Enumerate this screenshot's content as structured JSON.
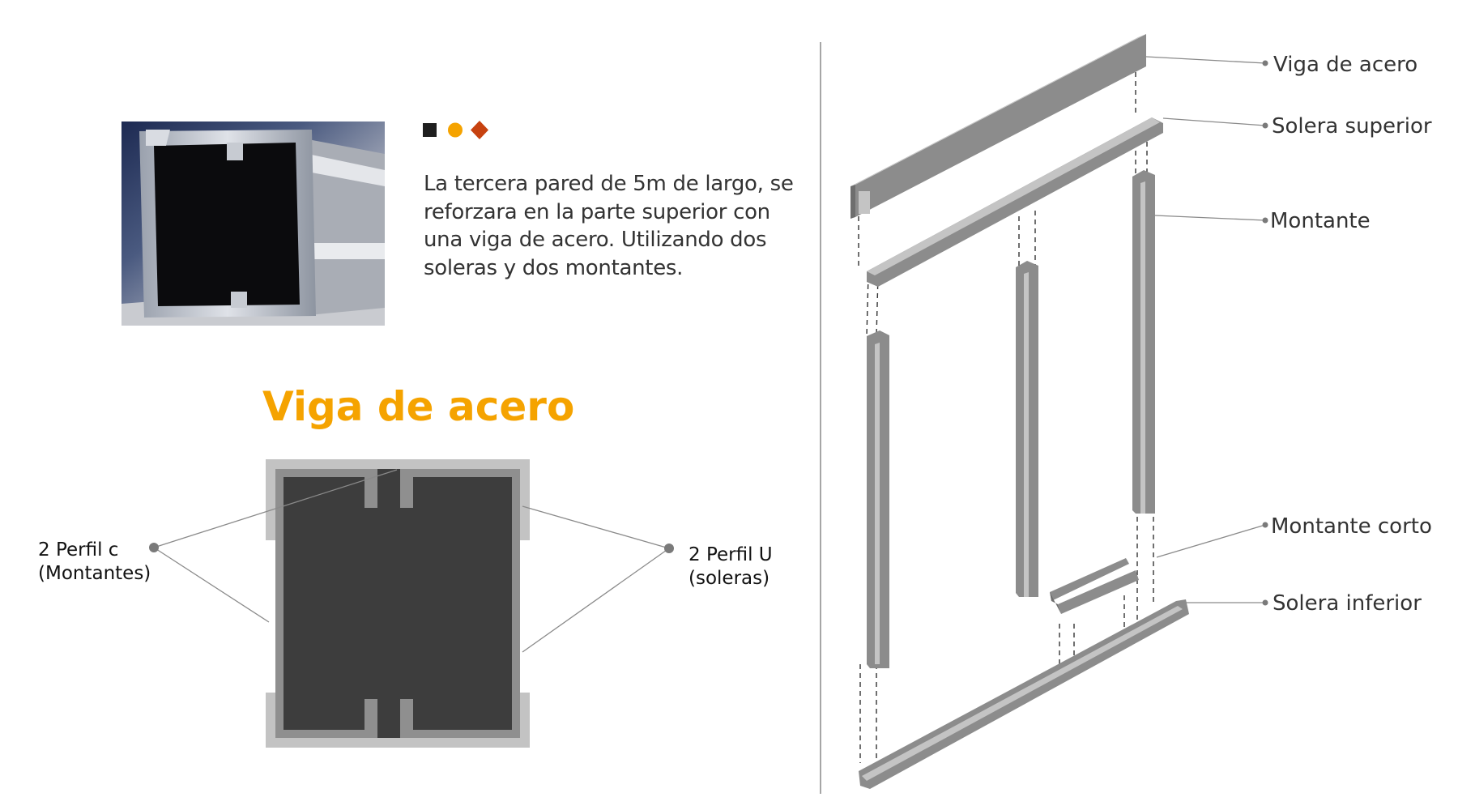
{
  "intro": {
    "text": "La tercera pared de 5m de largo, se reforzara en la parte superior con una viga de acero. Utilizando dos soleras y dos montantes."
  },
  "markers": {
    "square_color": "#1f1f1f",
    "circle_color": "#f5a300",
    "diamond_color": "#c7420f"
  },
  "section": {
    "title": "Viga de acero",
    "title_color": "#f5a300",
    "callouts": {
      "left": {
        "line1": "2 Perfil c",
        "line2": "(Montantes)"
      },
      "right": {
        "line1": "2 Perfil U",
        "line2": "(soleras)"
      }
    },
    "colors": {
      "outer": "#c3c3c3",
      "frame": "#8f8f8f",
      "core": "#3d3d3d"
    }
  },
  "assembly": {
    "labels": {
      "viga": "Viga de acero",
      "solera_superior": "Solera superior",
      "montante": "Montante",
      "montante_corto": "Montante corto",
      "solera_inferior": "Solera inferior"
    },
    "colors": {
      "steel": "#8c8c8c",
      "steel_light": "#c4c4c4",
      "steel_dark": "#6e6e6e"
    }
  }
}
